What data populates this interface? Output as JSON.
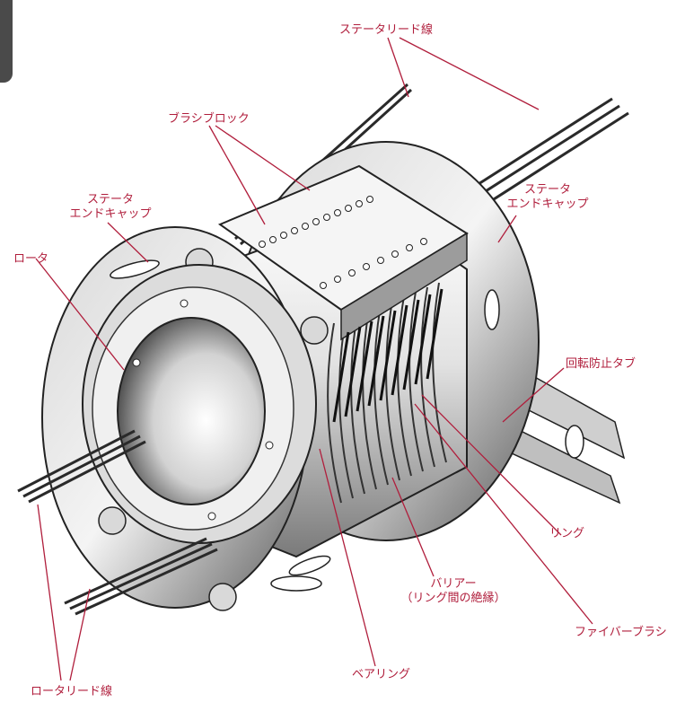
{
  "colors": {
    "label": "#b01e3c",
    "leader": "#b01e3c",
    "metal_dark": "#2a2a2a",
    "metal_mid": "#9a9a9a",
    "metal_light": "#f2f2f2"
  },
  "labels": {
    "stator_lead_wire": "ステータリード線",
    "brush_block": "ブラシブロック",
    "stator_end_cap_left": [
      "ステータ",
      "エンドキャップ"
    ],
    "stator_end_cap_right": [
      "ステータ",
      "エンドキャップ"
    ],
    "rotor": "ロータ",
    "anti_rotation_tab": "回転防止タブ",
    "ring": "リング",
    "barrier": [
      "バリアー",
      "（リング間の絶縁）"
    ],
    "fiber_brush": "ファイバーブラシ",
    "bearing": "ベアリング",
    "rotor_lead_wire": "ロータリード線"
  }
}
